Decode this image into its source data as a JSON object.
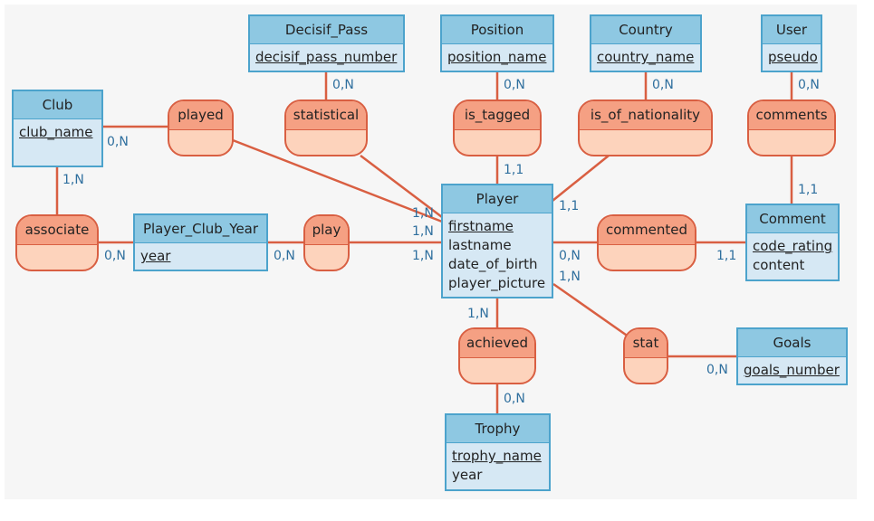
{
  "entities": {
    "decisif_pass": {
      "name": "Decisif_Pass",
      "attrs": [
        "decisif_pass_number"
      ]
    },
    "position": {
      "name": "Position",
      "attrs": [
        "position_name"
      ]
    },
    "country": {
      "name": "Country",
      "attrs": [
        "country_name"
      ]
    },
    "user": {
      "name": "User",
      "attrs": [
        "pseudo"
      ]
    },
    "club": {
      "name": "Club",
      "attrs": [
        "club_name"
      ]
    },
    "player": {
      "name": "Player",
      "attrs": [
        "firstname",
        "lastname",
        "date_of_birth",
        "player_picture"
      ]
    },
    "player_club_year": {
      "name": "Player_Club_Year",
      "attrs": [
        "year"
      ]
    },
    "comment": {
      "name": "Comment",
      "attrs": [
        "code_rating",
        "content"
      ]
    },
    "goals": {
      "name": "Goals",
      "attrs": [
        "goals_number"
      ]
    },
    "trophy": {
      "name": "Trophy",
      "attrs": [
        "trophy_name",
        "year"
      ]
    }
  },
  "associations": {
    "played": "played",
    "statistical": "statistical",
    "is_tagged": "is_tagged",
    "is_of_nationality": "is_of_nationality",
    "comments": "comments",
    "associate": "associate",
    "play": "play",
    "commented": "commented",
    "achieved": "achieved",
    "stat": "stat"
  },
  "cardinalities": {
    "decisif_pass_statistical": "0,N",
    "position_is_tagged": "0,N",
    "country_is_of_nationality": "0,N",
    "user_comments": "0,N",
    "club_played": "0,N",
    "club_associate": "1,N",
    "player_played": "1,N",
    "player_statistical": "1,N",
    "player_play": "1,N",
    "player_is_tagged": "1,1",
    "player_is_of_nationality": "1,1",
    "player_commented": "0,N",
    "player_stat": "1,N",
    "player_achieved": "1,N",
    "comment_comments": "1,1",
    "comment_commented": "1,1",
    "pcy_associate": "0,N",
    "pcy_play": "0,N",
    "goals_stat": "0,N",
    "trophy_achieved": "0,N"
  }
}
